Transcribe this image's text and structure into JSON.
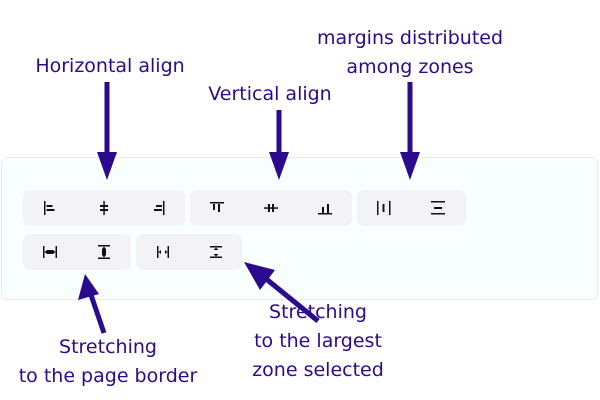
{
  "annotations": {
    "horizontal_align": "Horizontal align",
    "vertical_align": "Vertical align",
    "margins_line1": "margins distributed",
    "margins_line2": "among zones",
    "stretch_page_line1": "Stretching",
    "stretch_page_line2": "to the page border",
    "stretch_largest_line1": "Stretching",
    "stretch_largest_line2": "to the largest",
    "stretch_largest_line3": "zone selected"
  },
  "colors": {
    "annotation": "#2b0a8e",
    "icon": "#111111",
    "group_bg": "#f3f3f6",
    "panel_bg": "#f9fefe"
  },
  "toolbar": {
    "horizontal_align": [
      "align-left-icon",
      "align-center-horizontal-icon",
      "align-right-icon"
    ],
    "vertical_align": [
      "align-top-icon",
      "align-middle-vertical-icon",
      "align-bottom-icon"
    ],
    "distribute": [
      "distribute-horizontal-icon",
      "distribute-vertical-icon"
    ],
    "stretch_page": [
      "stretch-width-page-icon",
      "stretch-height-page-icon"
    ],
    "stretch_largest": [
      "stretch-width-largest-icon",
      "stretch-height-largest-icon"
    ]
  }
}
